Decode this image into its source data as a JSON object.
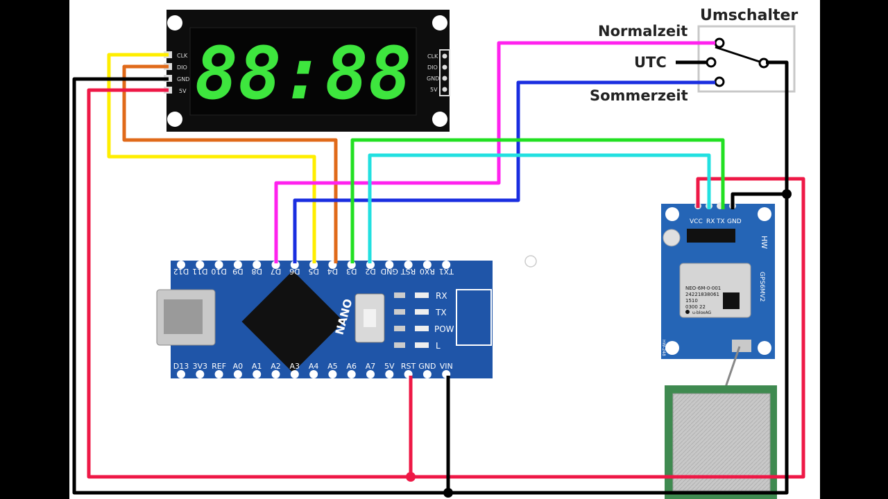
{
  "labels": {
    "switch_title": "Umschalter",
    "normalzeit": "Normalzeit",
    "utc": "UTC",
    "sommerzeit": "Sommerzeit"
  },
  "display": {
    "digits": "88:88",
    "pins_left": [
      "CLK",
      "DIO",
      "GND",
      "5V"
    ],
    "pins_right": [
      "CLK",
      "DIO",
      "GND",
      "5V"
    ]
  },
  "nano": {
    "name": "NANO",
    "top_pins": [
      "D12",
      "D11",
      "D10",
      "D9",
      "D8",
      "D7",
      "D6",
      "D5",
      "D4",
      "D3",
      "D2",
      "GND",
      "RST",
      "RX0",
      "TX1"
    ],
    "bottom_pins": [
      "D13",
      "3V3",
      "REF",
      "A0",
      "A1",
      "A2",
      "A3",
      "A4",
      "A5",
      "A6",
      "A7",
      "5V",
      "RST",
      "GND",
      "VIN"
    ],
    "leds": [
      "RX",
      "TX",
      "POW",
      "L"
    ]
  },
  "gps": {
    "pins": [
      "VCC",
      "RX",
      "TX",
      "GND"
    ],
    "brand": "HW",
    "model": "GPS6MV2",
    "chip_lines": [
      "NEO-6M-0-001",
      "24221838061",
      "1510",
      "0300 22"
    ],
    "maker": "u-bloxAG",
    "board_id": "HW-248"
  },
  "colors": {
    "clk": "#ffee00",
    "dio": "#e06a1a",
    "gnd": "#000000",
    "vcc": "#ee1846",
    "normalzeit": "#ff22ee",
    "sommerzeit": "#1a2ee0",
    "tx": "#22e022",
    "rx": "#22e0e0",
    "nano_board": "#1f55a8",
    "display_led": "#3ee63e"
  }
}
